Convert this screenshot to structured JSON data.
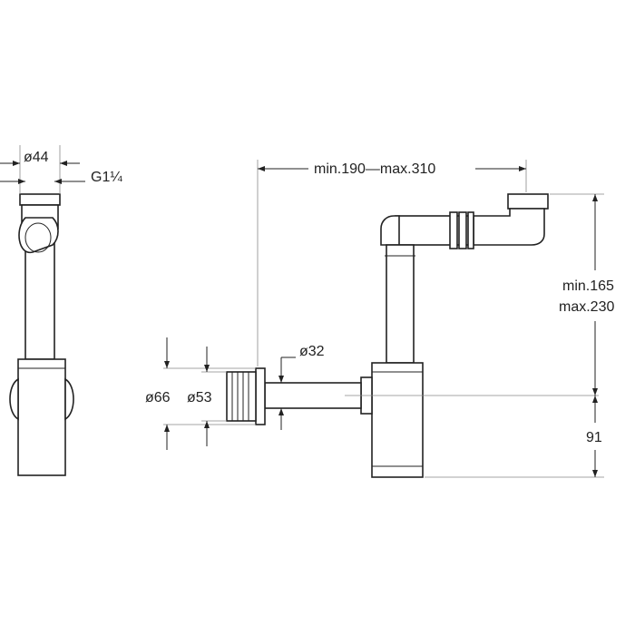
{
  "diagram": {
    "dim_outer_diameter_side": "ø44",
    "dim_thread": "G1¼",
    "dim_horizontal_range": "min.190—max.310",
    "dim_vertical_min": "min.165",
    "dim_vertical_max": "max.230",
    "dim_waste_pipe": "ø32",
    "dim_wall_rosette": "ø66",
    "dim_wall_inner": "ø53",
    "dim_trap_height": "91"
  }
}
